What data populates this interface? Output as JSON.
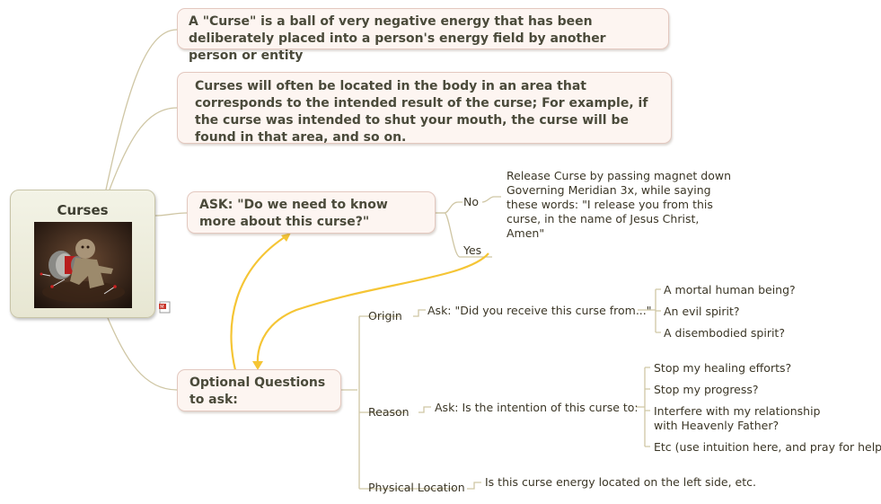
{
  "central": {
    "title": "Curses",
    "image": "voodoo-doll-image"
  },
  "topics": {
    "definition": "A \"Curse\" is a ball of very negative energy that has been deliberately placed into a person's energy field by another person or entity",
    "location": "Curses will often be located in the body in an area that corresponds to the intended result of the curse; For example, if the curse was intended to shut your mouth, the curse will be found in that area, and so on.",
    "ask": "ASK: \"Do we need to know more about this curse?\"",
    "optional": "Optional Questions to ask:"
  },
  "ask_branches": {
    "no": "No",
    "no_text": "Release Curse by passing magnet down Governing Meridian 3x, while saying these words: \"I release you from this curse, in the name of Jesus Christ, Amen\"",
    "yes": "Yes"
  },
  "optional_branches": {
    "origin": {
      "label": "Origin",
      "question": "Ask: \"Did you receive this curse from...\"",
      "answers": [
        "A mortal human being?",
        "An evil spirit?",
        "A disembodied spirit?"
      ]
    },
    "reason": {
      "label": "Reason",
      "question": "Ask: Is the intention of this curse to:",
      "answers": [
        "Stop my healing efforts?",
        "Stop my progress?",
        "Interfere with my relationship with Heavenly Father?",
        "Etc (use intuition here, and pray for help)"
      ]
    },
    "physical": {
      "label": "Physical Location",
      "question": "Is this curse energy located on the left side, etc."
    }
  },
  "colors": {
    "connector": "#cfc6a4",
    "arrow": "#f5c535",
    "node_bg": "#fdf5f1",
    "node_border": "#e3c8bf"
  },
  "icons": {
    "attachment": "pdf-attachment-icon"
  }
}
